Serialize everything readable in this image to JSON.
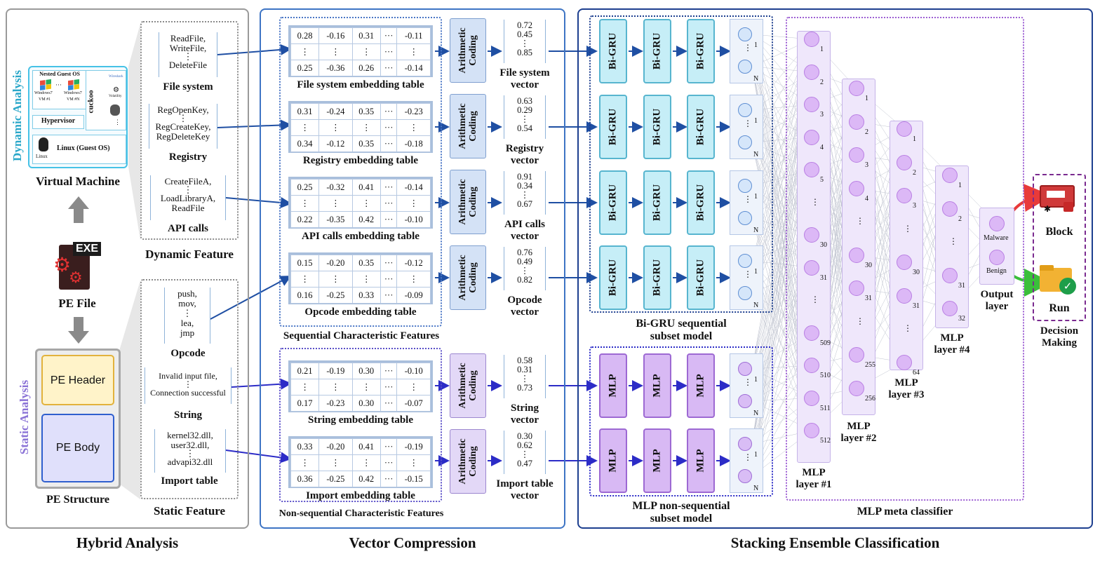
{
  "sections": {
    "hybrid": "Hybrid Analysis",
    "vector": "Vector Compression",
    "stacking": "Stacking Ensemble Classification"
  },
  "hybrid": {
    "dynamic_analysis": "Dynamic Analysis",
    "static_analysis": "Static Analysis",
    "nested_guest_os": "Nested Guest OS",
    "windows_label": "Windows7",
    "vm1": "VM #1",
    "vmn": "VM #N",
    "ellipsis": "···",
    "hypervisor": "Hypervisor",
    "linux_guest": "Linux (Guest OS)",
    "linux": "Linux",
    "cuckoo": "cuckoo",
    "wireshark": "Wireshark",
    "volatility": "Volatility",
    "virtual_machine": "Virtual Machine",
    "exe": "EXE",
    "pe_file": "PE File",
    "pe_header": "PE Header",
    "pe_body": "PE Body",
    "pe_structure": "PE Structure",
    "dynamic_feature": "Dynamic Feature",
    "static_feature": "Static Feature",
    "file_system_items": [
      "ReadFile,",
      "WriteFile,",
      "⋮",
      "DeleteFile"
    ],
    "file_system": "File system",
    "registry_items": [
      "RegOpenKey,",
      "⋮",
      "RegCreateKey,",
      "RegDeleteKey"
    ],
    "registry": "Registry",
    "api_items": [
      "CreateFileA,",
      "⋮",
      "LoadLibraryA,",
      "ReadFile"
    ],
    "api": "API calls",
    "opcode_items": [
      "push,",
      "mov,",
      "⋮",
      "lea,",
      "jmp"
    ],
    "opcode": "Opcode",
    "string_items": [
      "Invalid input file,",
      "⋮",
      "Connection successful"
    ],
    "string": "String",
    "import_items": [
      "kernel32.dll,",
      "user32.dll,",
      "⋮",
      "advapi32.dll"
    ],
    "import": "Import table"
  },
  "vector": {
    "sequential": "Sequential Characteristic Features",
    "nonsequential": "Non-sequential Characteristic Features",
    "arith_line1": "Arithmetic",
    "arith_line2": "Coding",
    "tables": [
      {
        "label": "File system embedding table",
        "rows": [
          [
            "0.28",
            "-0.16",
            "0.31",
            "···",
            "-0.11"
          ],
          [
            "⋮",
            "⋮",
            "⋮",
            "···",
            "⋮"
          ],
          [
            "0.25",
            "-0.36",
            "0.26",
            "···",
            "-0.14"
          ]
        ],
        "vec": [
          "0.72",
          "0.45",
          "⋮",
          "0.85"
        ],
        "vec_l1": "File system",
        "vec_l2": "vector"
      },
      {
        "label": "Registry embedding table",
        "rows": [
          [
            "0.31",
            "-0.24",
            "0.35",
            "···",
            "-0.23"
          ],
          [
            "⋮",
            "⋮",
            "⋮",
            "···",
            "⋮"
          ],
          [
            "0.34",
            "-0.12",
            "0.35",
            "···",
            "-0.18"
          ]
        ],
        "vec": [
          "0.63",
          "0.29",
          "⋮",
          "0.54"
        ],
        "vec_l1": "Registry",
        "vec_l2": "vector"
      },
      {
        "label": "API calls embedding table",
        "rows": [
          [
            "0.25",
            "-0.32",
            "0.41",
            "···",
            "-0.14"
          ],
          [
            "⋮",
            "⋮",
            "⋮",
            "···",
            "⋮"
          ],
          [
            "0.22",
            "-0.35",
            "0.42",
            "···",
            "-0.10"
          ]
        ],
        "vec": [
          "0.91",
          "0.34",
          "⋮",
          "0.67"
        ],
        "vec_l1": "API calls",
        "vec_l2": "vector"
      },
      {
        "label": "Opcode embedding table",
        "rows": [
          [
            "0.15",
            "-0.20",
            "0.35",
            "···",
            "-0.12"
          ],
          [
            "⋮",
            "⋮",
            "⋮",
            "···",
            "⋮"
          ],
          [
            "0.16",
            "-0.25",
            "0.33",
            "···",
            "-0.09"
          ]
        ],
        "vec": [
          "0.76",
          "0.49",
          "⋮",
          "0.82"
        ],
        "vec_l1": "Opcode",
        "vec_l2": "vector"
      },
      {
        "label": "String embedding table",
        "rows": [
          [
            "0.21",
            "-0.19",
            "0.30",
            "···",
            "-0.10"
          ],
          [
            "⋮",
            "⋮",
            "⋮",
            "···",
            "⋮"
          ],
          [
            "0.17",
            "-0.23",
            "0.30",
            "···",
            "-0.07"
          ]
        ],
        "vec": [
          "0.58",
          "0.31",
          "⋮",
          "0.73"
        ],
        "vec_l1": "String",
        "vec_l2": "vector"
      },
      {
        "label": "Import embedding table",
        "rows": [
          [
            "0.33",
            "-0.20",
            "0.41",
            "···",
            "-0.19"
          ],
          [
            "⋮",
            "⋮",
            "⋮",
            "···",
            "⋮"
          ],
          [
            "0.36",
            "-0.25",
            "0.42",
            "···",
            "-0.15"
          ]
        ],
        "vec": [
          "0.30",
          "0.62",
          "⋮",
          "0.47"
        ],
        "vec_l1": "Import table",
        "vec_l2": "vector"
      }
    ]
  },
  "stacking": {
    "bigru": "Bi-GRU",
    "mlp": "MLP",
    "one": "1",
    "n": "N",
    "vdots": "⋮",
    "bigru_title_l1": "Bi-GRU sequential",
    "bigru_title_l2": "subset model",
    "mlp_title_l1": "MLP non-sequential",
    "mlp_title_l2": "subset model",
    "meta": "MLP meta classifier",
    "layer1_nums": [
      "1",
      "2",
      "3",
      "4",
      "5",
      "⋮",
      "30",
      "31",
      "⋮",
      "509",
      "510",
      "511",
      "512"
    ],
    "layer2_nums": [
      "1",
      "2",
      "3",
      "4",
      "⋮",
      "30",
      "31",
      "⋮",
      "255",
      "256"
    ],
    "layer3_nums": [
      "1",
      "2",
      "3",
      "⋮",
      "30",
      "31",
      "⋮",
      "64"
    ],
    "layer4_nums": [
      "1",
      "2",
      "⋮",
      "31",
      "32"
    ],
    "layer1": [
      "MLP",
      "layer #1"
    ],
    "layer2": [
      "MLP",
      "layer #2"
    ],
    "layer3": [
      "MLP",
      "layer #3"
    ],
    "layer4": [
      "MLP",
      "layer #4"
    ],
    "output": [
      "Output",
      "layer"
    ],
    "malware": "Malware",
    "benign": "Benign",
    "block": "Block",
    "run": "Run",
    "decision": [
      "Decision",
      "Making"
    ]
  }
}
